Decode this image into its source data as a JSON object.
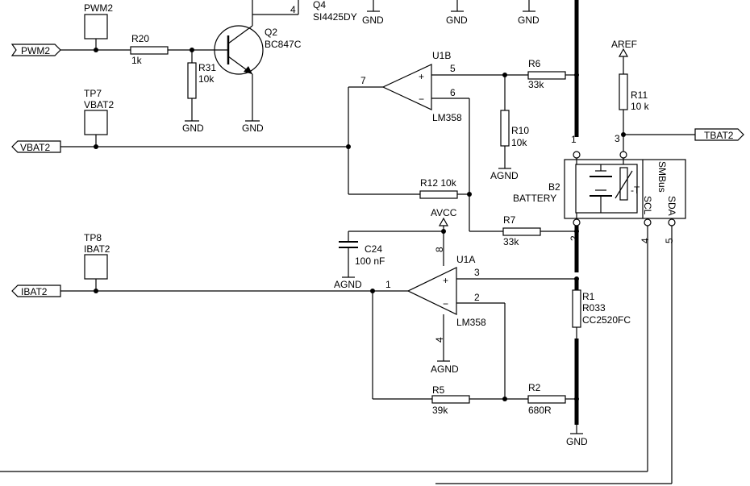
{
  "labels": {
    "pwm2_port": "PWM2",
    "pwm2_tp": "PWM2",
    "vbat2_port": "VBAT2",
    "ibat2_port": "IBAT2",
    "tbat2_port": "TBAT2",
    "tp7_name": "TP7",
    "tp7_net": "VBAT2",
    "tp8_name": "TP8",
    "tp8_net": "IBAT2",
    "r20_name": "R20",
    "r20_val": "1k",
    "r31_name": "R31",
    "r31_val": "10k",
    "q2_name": "Q2",
    "q2_val": "BC847C",
    "q4_name": "Q4",
    "q4_val": "SI4425DY",
    "u1b_name": "U1B",
    "u1b_part": "LM358",
    "u1a_name": "U1A",
    "u1a_part": "LM358",
    "r6_name": "R6",
    "r6_val": "33k",
    "r10_name": "R10",
    "r10_val": "10k",
    "r12_label": "R12  10k",
    "r7_name": "R7",
    "r7_val": "33k",
    "r11_name": "R11",
    "r11_val": "10 k",
    "aref": "AREF",
    "avcc": "AVCC",
    "c24_name": "C24",
    "c24_val": "100 nF",
    "b2_name": "B2",
    "b2_val": "BATTERY",
    "smbus": "SMBus",
    "scl": "SCL",
    "sda": "SDA",
    "therm": "-T",
    "r1_name": "R1",
    "r1_val1": "R033",
    "r1_val2": "CC2520FC",
    "r5_name": "R5",
    "r5_val": "39k",
    "r2_name": "R2",
    "r2_val": "680R",
    "gnd": "GND",
    "agnd": "AGND",
    "plus": "+",
    "minus": "−",
    "pin_1": "1",
    "pin_2": "2",
    "pin_3": "3",
    "pin_4": "4",
    "pin_5": "5",
    "pin_6": "6",
    "pin_7": "7",
    "pin_8": "8"
  }
}
